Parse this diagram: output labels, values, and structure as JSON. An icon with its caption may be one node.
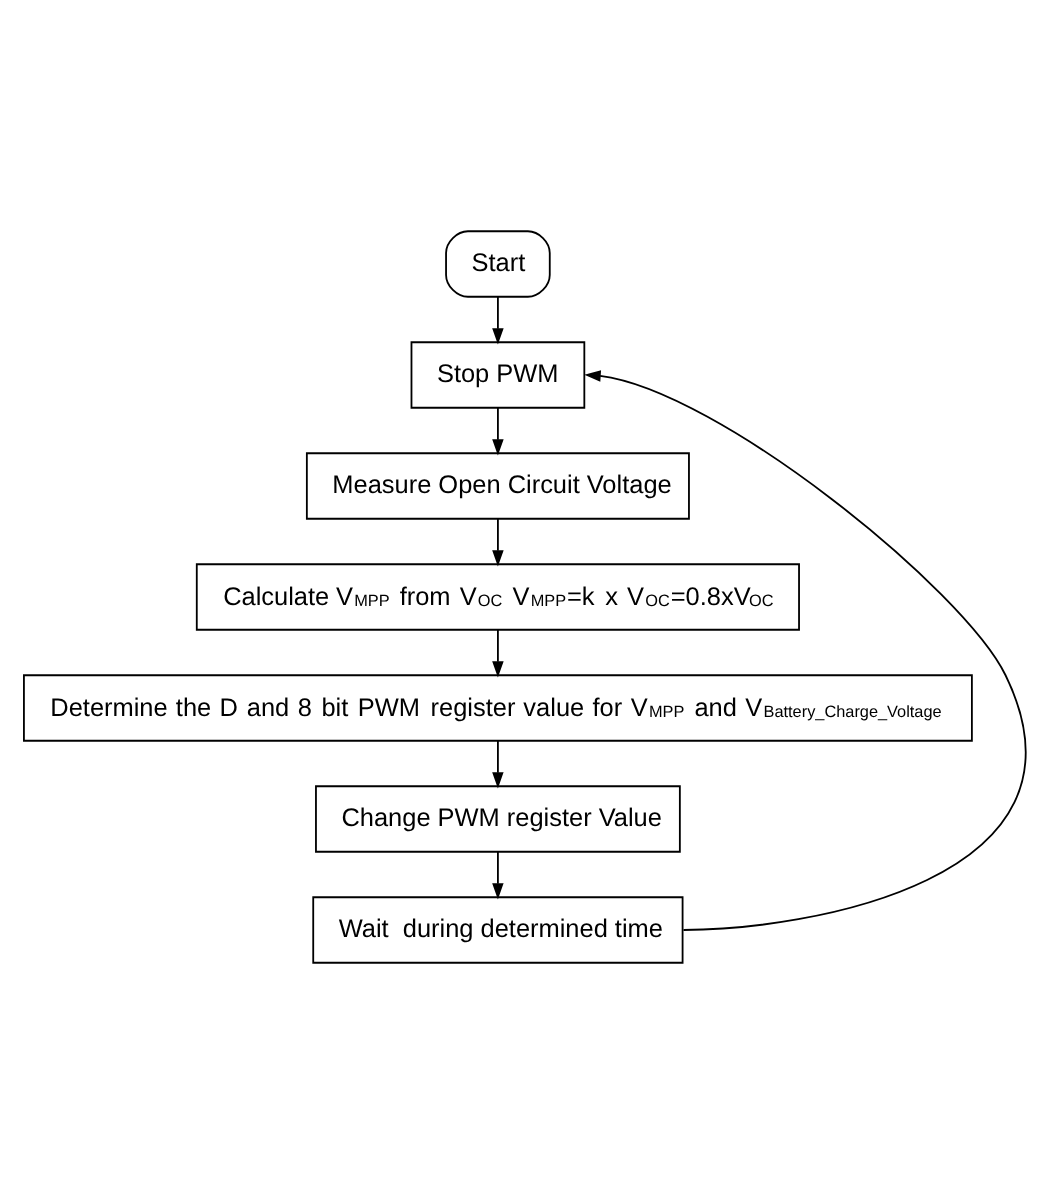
{
  "diagram": {
    "nodes": [
      {
        "text": [
          "Start"
        ]
      },
      {
        "text": [
          "Stop PWM"
        ]
      },
      {
        "text": [
          "Measure Open Circuit Voltage"
        ]
      },
      {
        "text": [
          "Calculate V$_{MPP}$ from V$_{OC}$ V$_{MPP}$=k x V$_{OC}$=0.8xV$_{OC}$"
        ]
      },
      {
        "text": [
          "Determine the D and 8 bit PWM register value for V$_{MPP}$ and V$_{Battery_Charge_Voltage}$"
        ]
      },
      {
        "text": [
          "Change PWM register Value"
        ]
      },
      {
        "text": [
          "Wait  during determined time"
        ]
      }
    ],
    "edges": [
      {
        "from": 0,
        "to": 1,
        "arrow": "to"
      },
      {
        "from": 1,
        "to": 2,
        "arrow": "to"
      },
      {
        "from": 2,
        "to": 3,
        "arrow": "to"
      },
      {
        "from": 3,
        "to": 4,
        "arrow": "to"
      },
      {
        "from": 4,
        "to": 5,
        "arrow": "to"
      },
      {
        "from": 5,
        "to": 6,
        "arrow": "to"
      },
      {
        "from": 6,
        "to": 1,
        "arrow": "to"
      }
    ]
  }
}
